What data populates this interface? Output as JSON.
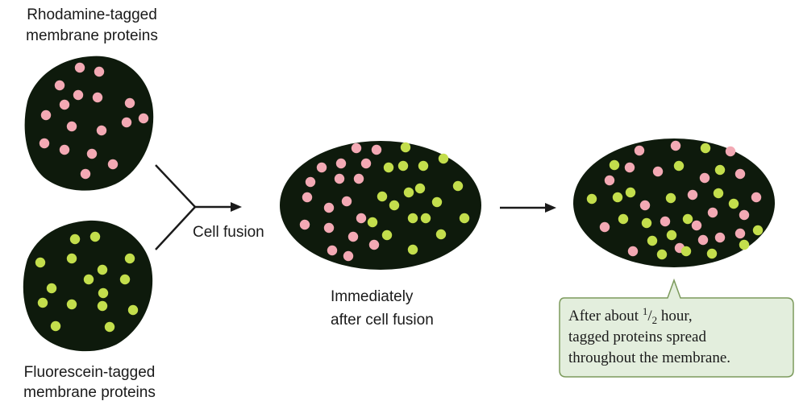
{
  "labels": {
    "rhodamine_line1": "Rhodamine-tagged",
    "rhodamine_line2": "membrane proteins",
    "fluorescein_line1": "Fluorescein-tagged",
    "fluorescein_line2": "membrane proteins",
    "cell_fusion": "Cell fusion",
    "immediately_line1": "Immediately",
    "immediately_line2": "after cell fusion"
  },
  "callout": {
    "line1_prefix": "After about ",
    "fraction_num": "1",
    "fraction_slash": "/",
    "fraction_den": "2",
    "line1_suffix": " hour,",
    "line2": "tagged proteins spread",
    "line3": "throughout the membrane."
  },
  "colors": {
    "cell": "#0e1a0c",
    "rhodamine_dot": "#f3a9b4",
    "fluorescein_dot": "#c3de4c",
    "callout_fill": "#e3eedd",
    "callout_stroke": "#7c9a5c",
    "arrow": "#1a1a1a"
  }
}
